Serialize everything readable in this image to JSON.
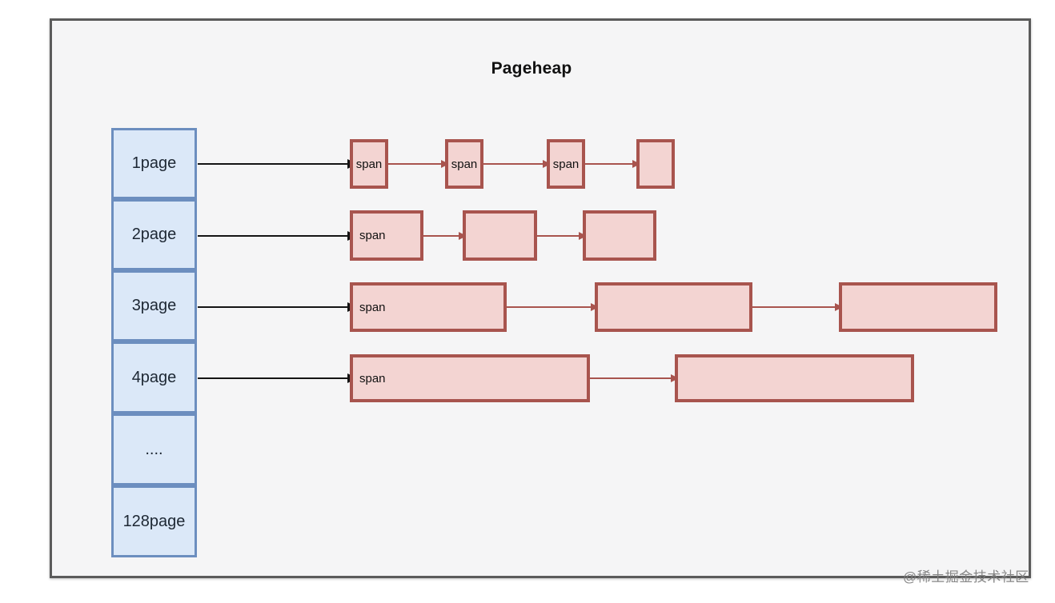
{
  "title": "Pageheap",
  "watermark": "@稀土掘金技术社区",
  "colors": {
    "page_fill": "#dbe8f8",
    "page_border": "#6c8ebf",
    "span_fill": "#f3d4d2",
    "span_border": "#a8544e",
    "link_arrow": "#a8544e",
    "pointer_arrow": "#141414",
    "frame_border": "#5b5b5b",
    "canvas_bg": "#f5f5f6"
  },
  "page_column": {
    "cells": [
      {
        "label": "1page"
      },
      {
        "label": "2page"
      },
      {
        "label": "3page"
      },
      {
        "label": "4page"
      },
      {
        "label": "...."
      },
      {
        "label": "128page"
      }
    ]
  },
  "rows": [
    {
      "page": "1page",
      "spans": [
        {
          "label": "span"
        },
        {
          "label": "span"
        },
        {
          "label": "span"
        },
        {
          "label": ""
        }
      ]
    },
    {
      "page": "2page",
      "spans": [
        {
          "label": "span"
        },
        {
          "label": ""
        },
        {
          "label": ""
        }
      ]
    },
    {
      "page": "3page",
      "spans": [
        {
          "label": "span"
        },
        {
          "label": ""
        },
        {
          "label": ""
        }
      ]
    },
    {
      "page": "4page",
      "spans": [
        {
          "label": "span"
        },
        {
          "label": ""
        }
      ]
    }
  ]
}
